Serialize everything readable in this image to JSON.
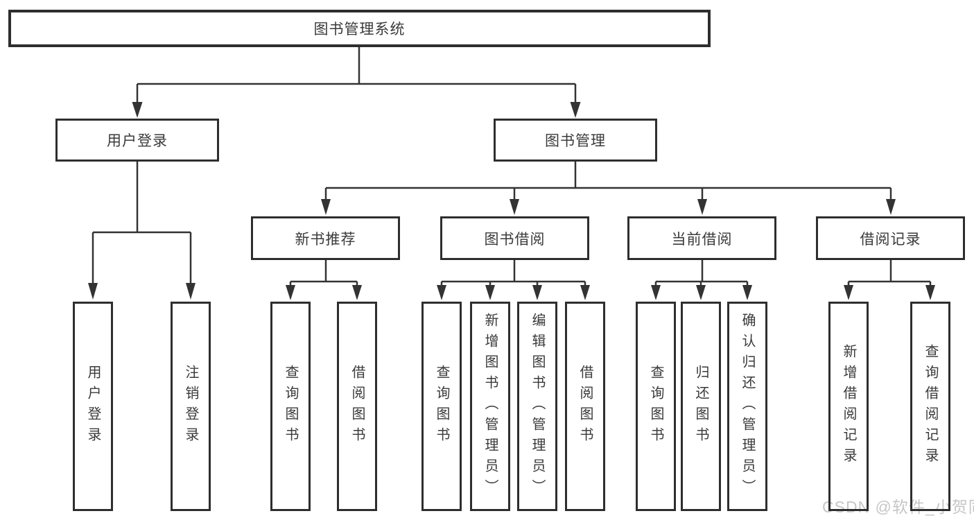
{
  "diagram_type": "hierarchy-tree",
  "nodes": {
    "root": "图书管理系统",
    "user_login": "用户登录",
    "book_management": "图书管理",
    "new_book_recommend": "新书推荐",
    "book_borrowing": "图书借阅",
    "current_borrowing": "当前借阅",
    "borrowing_records": "借阅记录",
    "leaf_user_login": "用户登录",
    "leaf_logout_login": "注销登录",
    "leaf_query_books_1": "查询图书",
    "leaf_borrow_books_1": "借阅图书",
    "leaf_query_books_2": "查询图书",
    "leaf_add_books_admin": "新增图书（管理员）",
    "leaf_edit_books_admin": "编辑图书（管理员）",
    "leaf_borrow_books_2": "借阅图书",
    "leaf_query_books_3": "查询图书",
    "leaf_return_books": "归还图书",
    "leaf_confirm_return_admin": "确认归还（管理员）",
    "leaf_add_borrow_record": "新增借阅记录",
    "leaf_query_borrow_record": "查询借阅记录"
  },
  "edges": [
    {
      "from": "root",
      "to": "user_login"
    },
    {
      "from": "root",
      "to": "book_management"
    },
    {
      "from": "user_login",
      "to": "leaf_user_login"
    },
    {
      "from": "user_login",
      "to": "leaf_logout_login"
    },
    {
      "from": "book_management",
      "to": "new_book_recommend"
    },
    {
      "from": "book_management",
      "to": "book_borrowing"
    },
    {
      "from": "book_management",
      "to": "current_borrowing"
    },
    {
      "from": "book_management",
      "to": "borrowing_records"
    },
    {
      "from": "new_book_recommend",
      "to": "leaf_query_books_1"
    },
    {
      "from": "new_book_recommend",
      "to": "leaf_borrow_books_1"
    },
    {
      "from": "book_borrowing",
      "to": "leaf_query_books_2"
    },
    {
      "from": "book_borrowing",
      "to": "leaf_add_books_admin"
    },
    {
      "from": "book_borrowing",
      "to": "leaf_edit_books_admin"
    },
    {
      "from": "book_borrowing",
      "to": "leaf_borrow_books_2"
    },
    {
      "from": "current_borrowing",
      "to": "leaf_query_books_3"
    },
    {
      "from": "current_borrowing",
      "to": "leaf_return_books"
    },
    {
      "from": "current_borrowing",
      "to": "leaf_confirm_return_admin"
    },
    {
      "from": "borrowing_records",
      "to": "leaf_add_borrow_record"
    },
    {
      "from": "borrowing_records",
      "to": "leaf_query_borrow_record"
    }
  ],
  "colors": {
    "line": "#333333",
    "box_border": "#2e2e2e",
    "text": "#3a3a3a",
    "background": "#ffffff",
    "watermark": "#c6c6c6"
  },
  "watermark": "CSDN @软件_小贺同学"
}
